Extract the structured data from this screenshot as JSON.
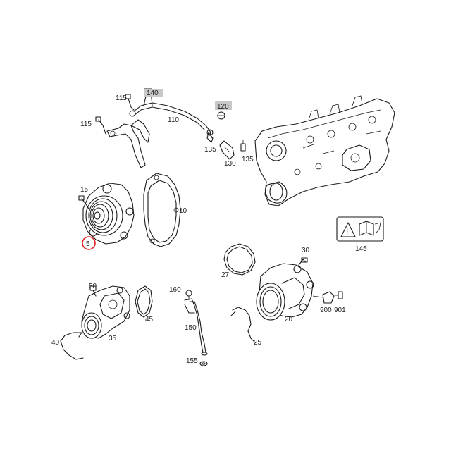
{
  "labels": {
    "p5": "5",
    "p10": "10",
    "p15": "15",
    "p20": "20",
    "p25": "25",
    "p27": "27",
    "p30": "30",
    "p35": "35",
    "p40": "40",
    "p45": "45",
    "p50": "50",
    "p110": "110",
    "p115a": "115",
    "p115b": "115",
    "p120": "120",
    "p130": "130",
    "p135a": "135",
    "p135b": "135",
    "p140": "140",
    "p145": "145",
    "p150": "150",
    "p155": "155",
    "p160": "160",
    "p900": "900",
    "p901": "901"
  },
  "highlight": {
    "part": "5",
    "color": "#e02020"
  },
  "boxed_labels": [
    "140",
    "120"
  ]
}
